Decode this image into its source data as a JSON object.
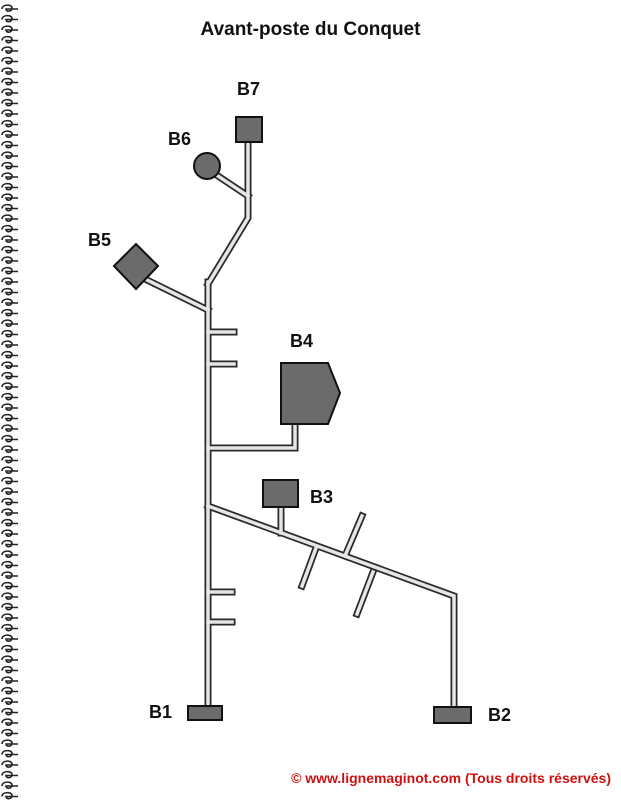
{
  "title": "Avant-poste du Conquet",
  "footer": "© www.lignemaginot.com (Tous droits réservés)",
  "colors": {
    "block_fill": "#6b6b6b",
    "block_stroke": "#111111",
    "gallery_fill": "#e6e6e6",
    "gallery_stroke": "#2a2a2a",
    "footer": "#cc1111"
  },
  "blocks": [
    {
      "id": "b1",
      "label": "B1"
    },
    {
      "id": "b2",
      "label": "B2"
    },
    {
      "id": "b3",
      "label": "B3"
    },
    {
      "id": "b4",
      "label": "B4"
    },
    {
      "id": "b5",
      "label": "B5"
    },
    {
      "id": "b6",
      "label": "B6"
    },
    {
      "id": "b7",
      "label": "B7"
    }
  ]
}
